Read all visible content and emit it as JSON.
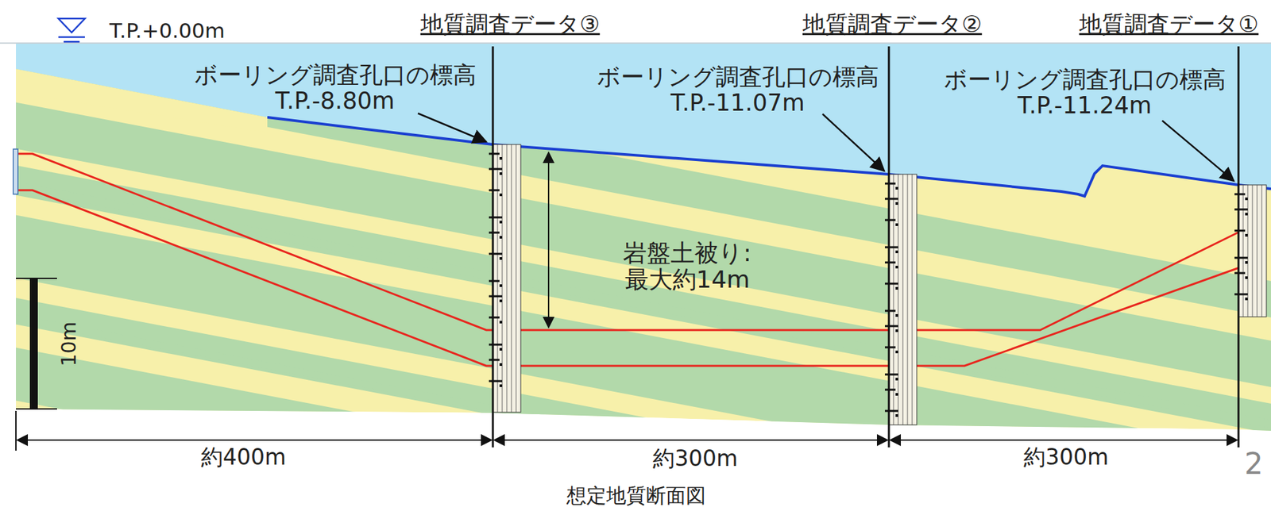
{
  "diagram": {
    "caption": "想定地質断面図",
    "labels": [
      "T.P.+0.00m",
      "地質調査データ③",
      "地質調査データ②",
      "地質調査データ①",
      "ボーリング調査孔口の標高 T.P.-8.80m",
      "ボーリング調査孔口の標高 T.P.-11.07m",
      "ボーリング調査孔口の標高 T.P.-11.24m",
      "岩盤土被り: 最大約14m",
      "10m",
      "約400m",
      "約300m",
      "約300m",
      "2"
    ]
  }
}
